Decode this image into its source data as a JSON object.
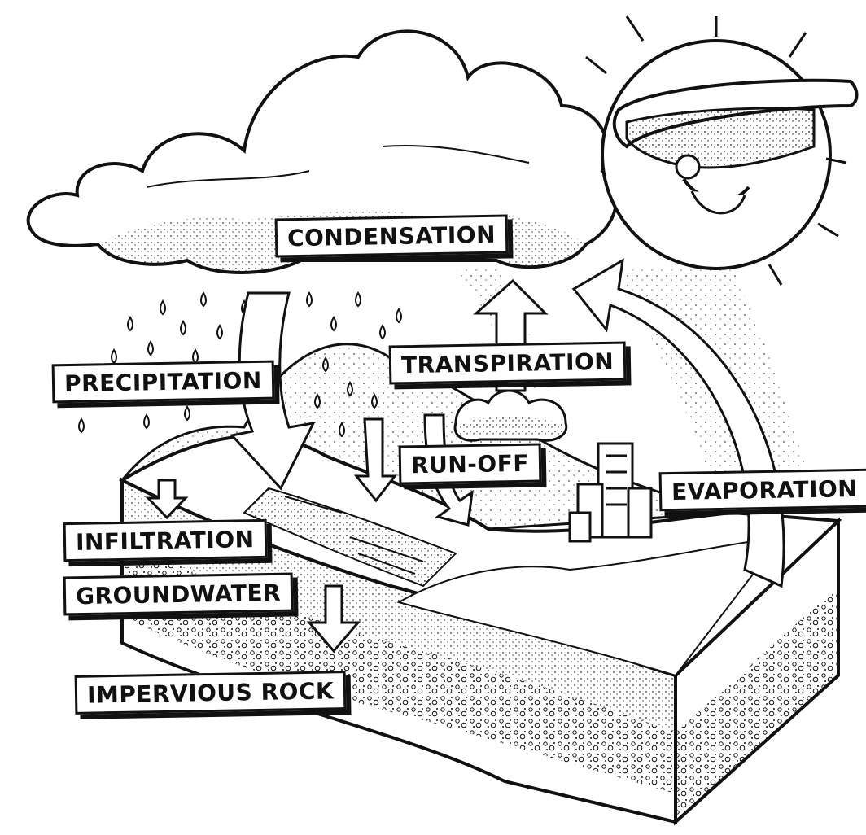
{
  "labels": {
    "condensation": "CONDENSATION",
    "precipitation": "PRECIPITATION",
    "transpiration": "TRANSPIRATION",
    "run_off": "RUN-OFF",
    "evaporation": "EVAPORATION",
    "infiltration": "INFILTRATION",
    "groundwater": "GROUNDWATER",
    "impervious_rock": "IMPERVIOUS ROCK"
  },
  "colors": {
    "ink": "#111111",
    "paper": "#ffffff"
  }
}
